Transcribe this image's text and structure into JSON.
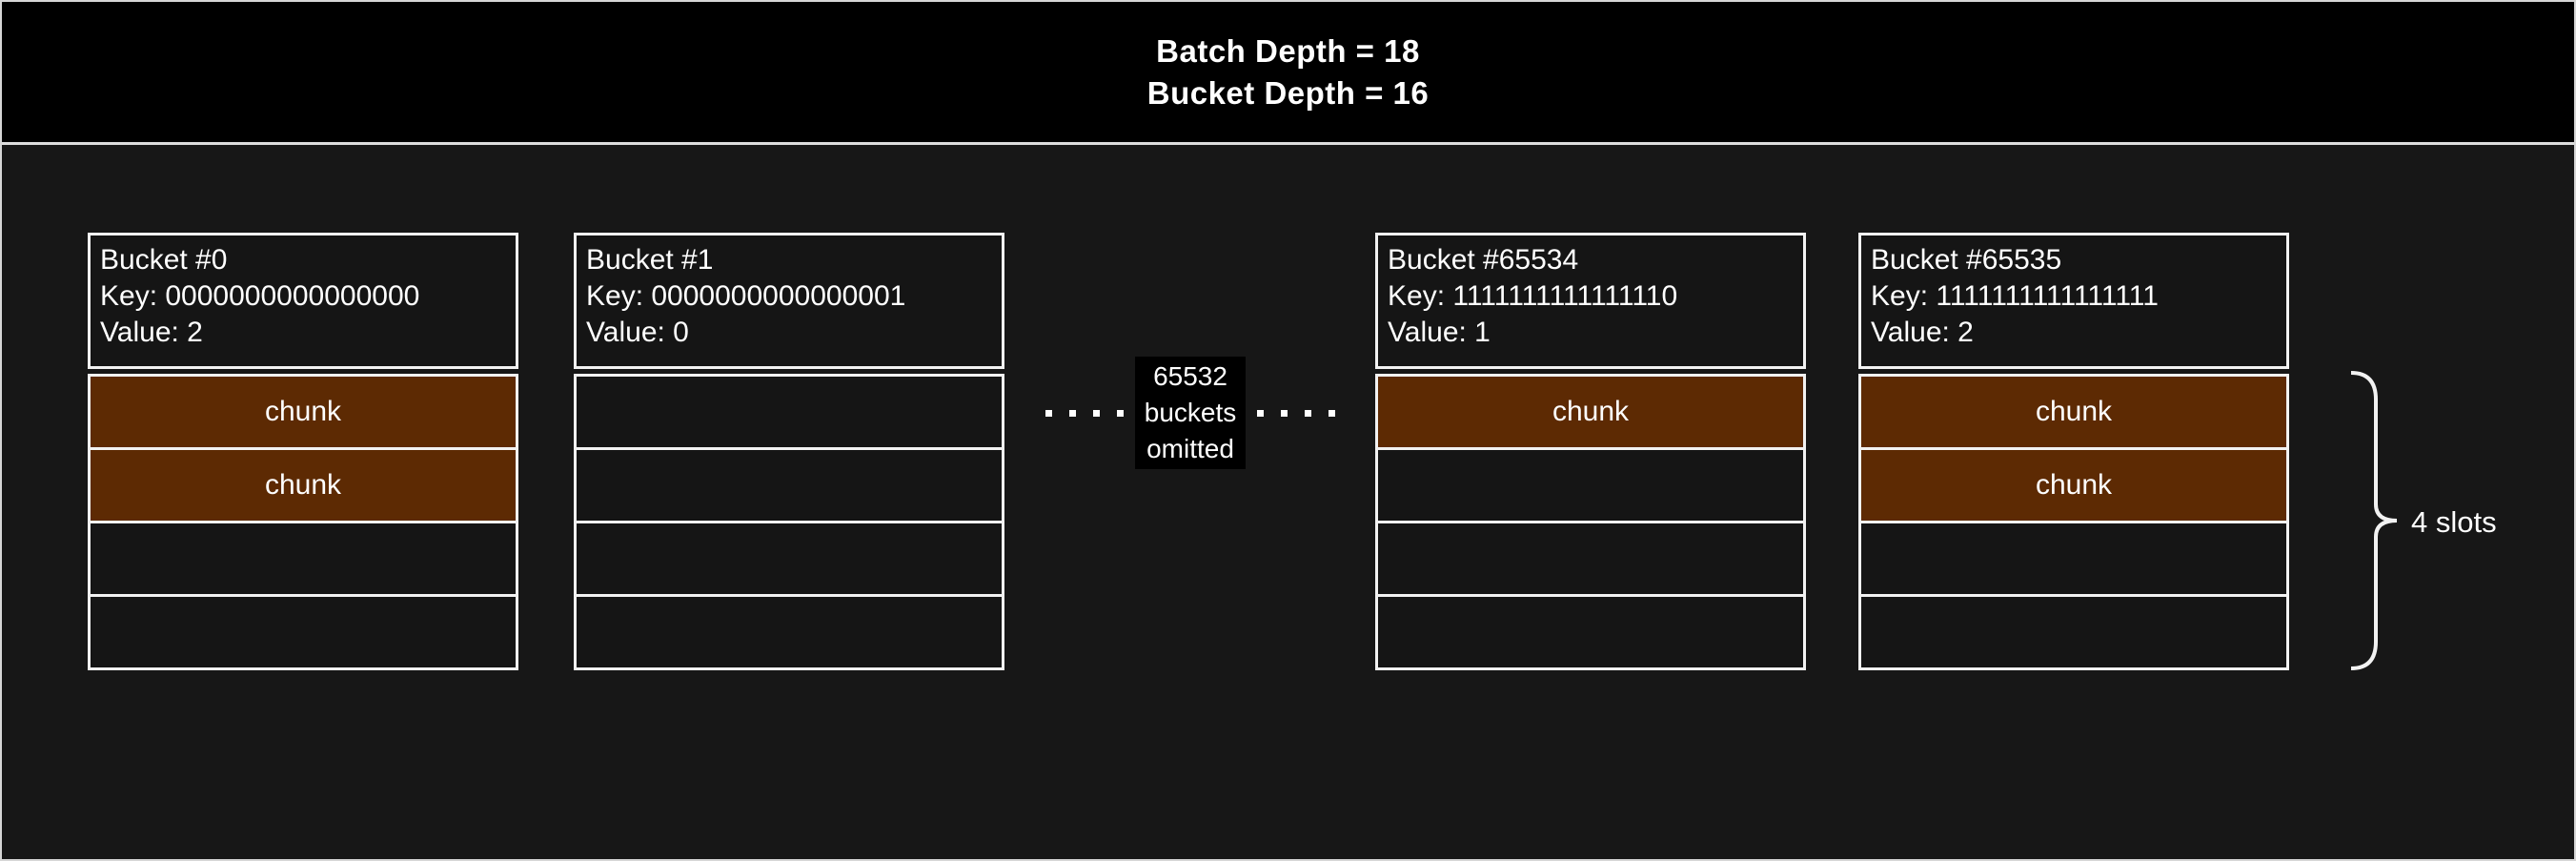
{
  "header": {
    "line1": "Batch Depth = 18",
    "line2": "Bucket Depth = 16"
  },
  "buckets": [
    {
      "title": "Bucket #0",
      "key_line": "Key: 0000000000000000",
      "value_line": "Value: 2",
      "slots": [
        "chunk",
        "chunk",
        "",
        ""
      ]
    },
    {
      "title": "Bucket #1",
      "key_line": "Key: 0000000000000001",
      "value_line": "Value: 0",
      "slots": [
        "",
        "",
        "",
        ""
      ]
    },
    {
      "title": "Bucket #65534",
      "key_line": "Key: 1111111111111110",
      "value_line": "Value: 1",
      "slots": [
        "chunk",
        "",
        "",
        ""
      ]
    },
    {
      "title": "Bucket #65535",
      "key_line": "Key: 1111111111111111",
      "value_line": "Value: 2",
      "slots": [
        "chunk",
        "chunk",
        "",
        ""
      ]
    }
  ],
  "omitted": {
    "line1": "65532",
    "line2": "buckets",
    "line3": "omitted"
  },
  "brace_label": "4 slots",
  "colors": {
    "chunk_fill": "#5d2a03",
    "canvas_background": "#171717",
    "header_background": "#000000",
    "box_border": "#f2f2f2",
    "text": "#ffffff"
  }
}
